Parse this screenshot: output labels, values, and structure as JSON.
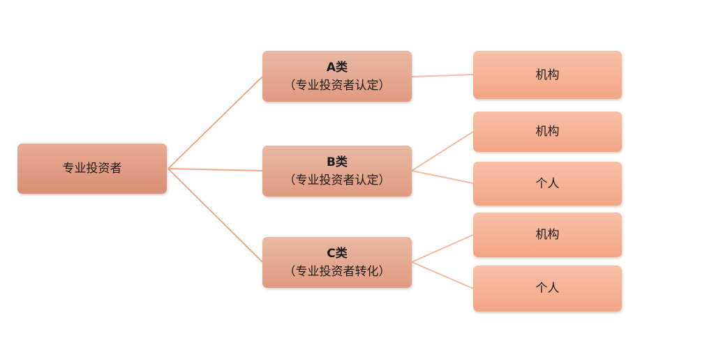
{
  "root": {
    "label": "专业投资者"
  },
  "categories": [
    {
      "title": "A类",
      "subtitle": "（专业投资者认定）",
      "children": [
        "机构"
      ]
    },
    {
      "title": "B类",
      "subtitle": "（专业投资者认定）",
      "children": [
        "机构",
        "个人"
      ]
    },
    {
      "title": "C类",
      "subtitle": "（专业投资者转化）",
      "children": [
        "机构",
        "个人"
      ]
    }
  ],
  "colors": {
    "connector": "#f2a888",
    "root_fill": "#dd977e",
    "category_fill": "#e4a88f",
    "leaf_fill": "#f6b396"
  }
}
